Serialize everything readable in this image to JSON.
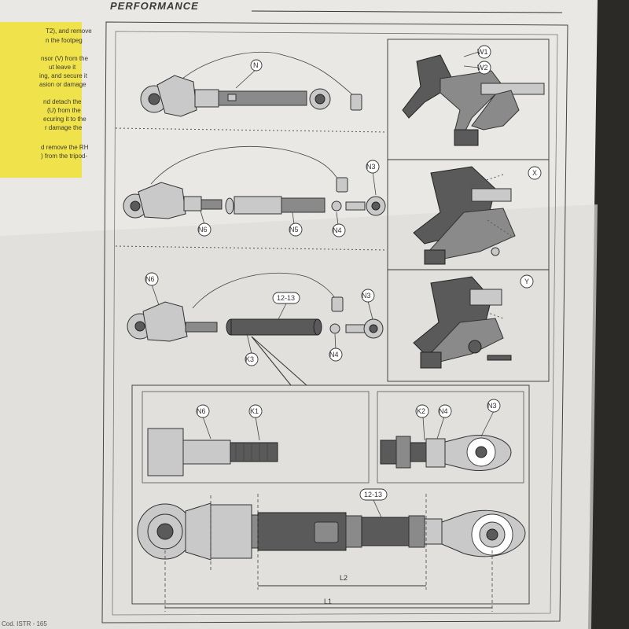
{
  "header": {
    "brand": "PERFORMANCE"
  },
  "sidebar_text": [
    "T2), and remove",
    "n the footpeg",
    "nsor (V) from the",
    "ut leave it",
    "ing, and secure it",
    "asion or damage",
    "nd detach the",
    "(U) from the",
    "ecuring it to the",
    "r damage the",
    "d remove the RH",
    ") from the tripod-"
  ],
  "callouts": {
    "n": "N",
    "n3": "N3",
    "n4": "N4",
    "n5": "N5",
    "n6": "N6",
    "k1": "K1",
    "k2": "K2",
    "k3": "K3",
    "w1": "W1",
    "w2": "W2",
    "x": "X",
    "y": "Y",
    "part_12_13": "12-13"
  },
  "dimensions": {
    "l1": "L1",
    "l2": "L2"
  },
  "footer_text": "Cod. ISTR - 165"
}
